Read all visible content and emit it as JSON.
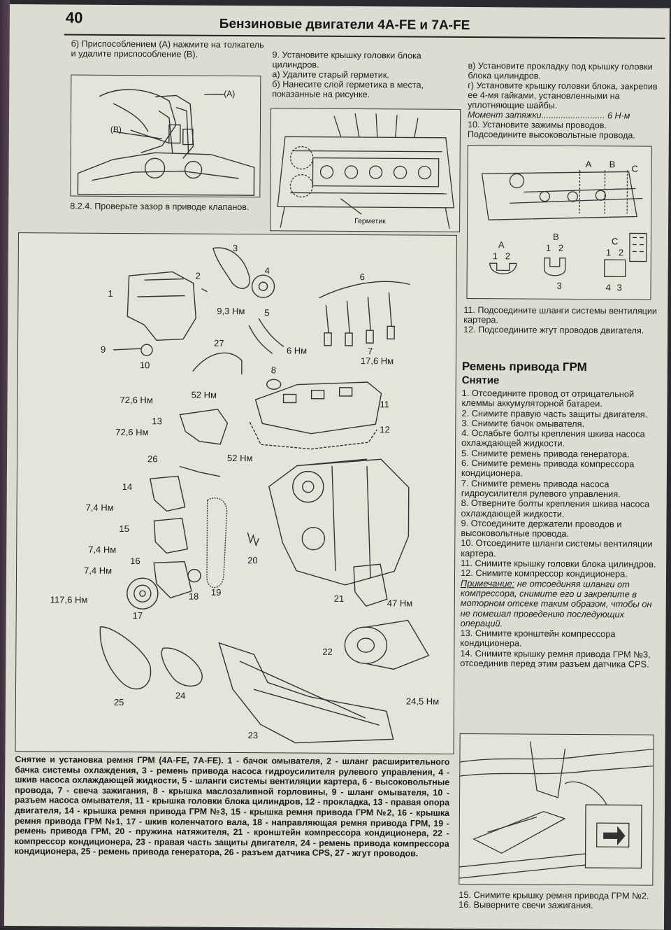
{
  "page_number": "40",
  "header_title": "Бензиновые двигатели 4A-FE и 7A-FE",
  "col1": {
    "step_b": "б) Приспособлением (А) нажмите на толкатель и удалите приспособление (В).",
    "fig_labels": {
      "a": "(A)",
      "b": "(B)"
    },
    "step_824": "8.2.4. Проверьте зазор в приводе клапанов."
  },
  "col2": {
    "step_9": "9. Установите крышку головки блока цилиндров.",
    "step_9a": "а) Удалите старый герметик.",
    "step_9b": "б) Нанесите слой герметика в места, показанные на рисунке.",
    "fig_label": "Герметик"
  },
  "col3": {
    "step_v": "в) Установите прокладку под крышку головки блока цилиндров.",
    "step_g": "г) Установите крышку головки блока, закрепив ее 4-мя гайками, установленными на уплотняющие шайбы.",
    "torque_label": "Момент затяжки",
    "torque_value": "6 Н·м",
    "step_10": "10. Установите зажимы проводов. Подсоедините высоковольтные провода.",
    "fig_labels": {
      "a": "A",
      "b": "B",
      "c": "C",
      "n1": "1",
      "n2": "2",
      "n3": "3",
      "n4": "4"
    },
    "step_11": "11. Подсоедините шланги системы вентиляции картера.",
    "step_12": "12. Подсоедините жгут проводов двигателя."
  },
  "section": {
    "title": "Ремень привода ГРМ",
    "subtitle": "Снятие",
    "steps": [
      "1. Отсоедините провод от отрицательной клеммы аккумуляторной батареи.",
      "2. Снимите правую часть защиты двигателя.",
      "3. Снимите бачок омывателя.",
      "4. Ослабьте болты крепления шкива насоса охлаждающей жидкости.",
      "5. Снимите ремень привода генератора.",
      "6. Снимите ремень привода компрессора кондиционера.",
      "7. Снимите ремень привода насоса гидроусилителя рулевого управления.",
      "8. Отверните болты крепления шкива насоса охлаждающей жидкости.",
      "9. Отсоедините держатели проводов и высоковольтные провода.",
      "10. Отсоедините шланги системы вентиляции картера.",
      "11. Снимите крышку головки блока цилиндров.",
      "12. Снимите компрессор кондиционера."
    ],
    "note_label": "Примечание:",
    "note_text": "не отсоединяя шланги от компрессора, снимите его и закрепите в моторном отсеке таким образом, чтобы он не помешал проведению последующих операций.",
    "steps2": [
      "13. Снимите кронштейн компрессора кондиционера.",
      "14. Снимите крышку ремня привода ГРМ №3, отсоединив перед этим разъем датчика CPS."
    ],
    "steps3": [
      "15. Снимите крышку ремня привода ГРМ №2.",
      "16. Выверните свечи зажигания."
    ]
  },
  "main_fig": {
    "numbers": [
      "1",
      "2",
      "3",
      "4",
      "5",
      "6",
      "7",
      "8",
      "9",
      "10",
      "11",
      "12",
      "13",
      "14",
      "15",
      "16",
      "17",
      "18",
      "19",
      "20",
      "21",
      "22",
      "23",
      "24",
      "25",
      "26",
      "27"
    ],
    "torques": [
      "9,3 Нм",
      "6 Нм",
      "17,6 Нм",
      "72,6 Нм",
      "52 Нм",
      "72,6 Нм",
      "52 Нм",
      "7,4 Нм",
      "7,4 Нм",
      "7,4 Нм",
      "117,6 Нм",
      "47 Нм",
      "24,5 Нм"
    ]
  },
  "caption": "Снятие и установка ремня ГРМ (4A-FE, 7A-FE). 1 - бачок омывателя, 2 - шланг расширительного бачка системы охлаждения, 3 - ремень привода насоса гидроусилителя рулевого управления, 4 - шкив насоса охлаждающей жидкости, 5 - шланги системы вентиляции картера, 6 - высоковольтные провода, 7 - свеча зажигания, 8 - крышка маслозаливной горловины, 9 - шланг омывателя, 10 - разъем насоса омывателя, 11 - крышка головки блока цилиндров, 12 - прокладка, 13 - правая опора двигателя, 14 - крышка ремня привода ГРМ №3, 15 - крышка ремня привода ГРМ №2, 16 - крышка ремня привода ГРМ №1, 17 - шкив коленчатого вала, 18 - направляющая ремня привода ГРМ, 19 - ремень привода ГРМ, 20 - пружина натяжителя, 21 - кронштейн компрессора кондиционера, 22 - компрессор кондиционера, 23 - правая часть защиты двигателя, 24 - ремень привода компрессора кондиционера, 25 - ремень привода генератора, 26 - разъем датчика CPS, 27 - жгут проводов."
}
